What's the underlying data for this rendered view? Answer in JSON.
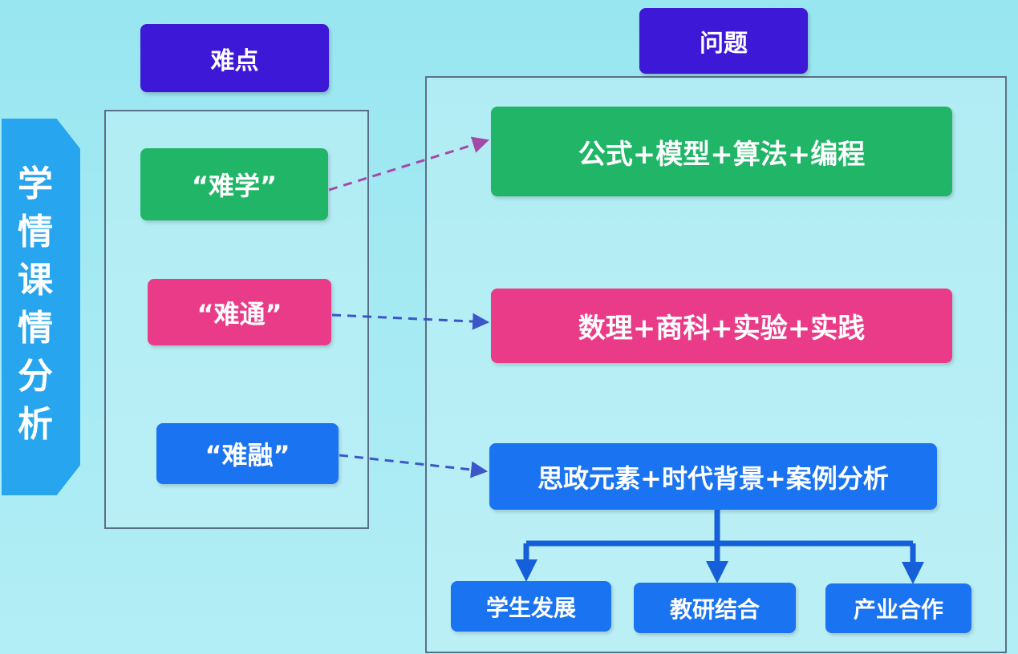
{
  "side_label": "学情课情分析",
  "headers": {
    "difficulties": "难点",
    "problems": "问题"
  },
  "difficulties": [
    "“难学”",
    "“难通”",
    "“难融”"
  ],
  "problems": [
    "公式+模型+算法+编程",
    "数理+商科+实验+实践",
    "思政元素+时代背景+案例分析"
  ],
  "outcomes": [
    "学生发展",
    "教研结合",
    "产业合作"
  ],
  "colors": {
    "header": "#3d18d6",
    "green": "#21b567",
    "pink": "#ea3b88",
    "blue": "#1a73f0",
    "side": "#27a5ee"
  }
}
